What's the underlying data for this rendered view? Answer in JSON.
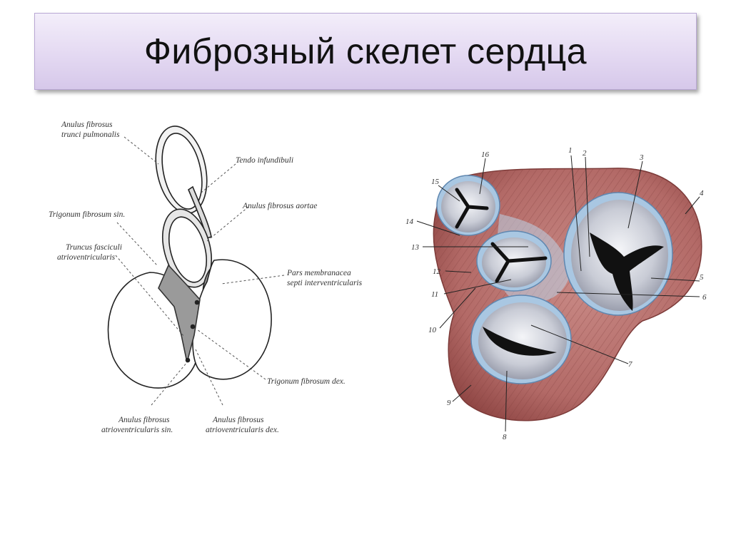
{
  "slide": {
    "title": "Фиброзный скелет сердца"
  },
  "left_diagram": {
    "labels": {
      "anulus_pulm_1": "Anulus fibrosus",
      "anulus_pulm_2": "trunci pulmonalis",
      "tendo": "Tendo infundibuli",
      "anulus_aortae": "Anulus fibrosus aortae",
      "trigonum_sin": "Trigonum fibrosum sin.",
      "truncus_1": "Truncus fasciculi",
      "truncus_2": "atrioventricularis",
      "pars_1": "Pars membranacea",
      "pars_2": "septi interventricularis",
      "trigonum_dex": "Trigonum fibrosum dex.",
      "av_sin_1": "Anulus fibrosus",
      "av_sin_2": "atrioventricularis sin.",
      "av_dex_1": "Anulus fibrosus",
      "av_dex_2": "atrioventricularis dex."
    }
  },
  "right_diagram": {
    "numbers": [
      "1",
      "2",
      "3",
      "4",
      "5",
      "6",
      "7",
      "8",
      "9",
      "10",
      "11",
      "12",
      "13",
      "14",
      "15",
      "16"
    ]
  }
}
